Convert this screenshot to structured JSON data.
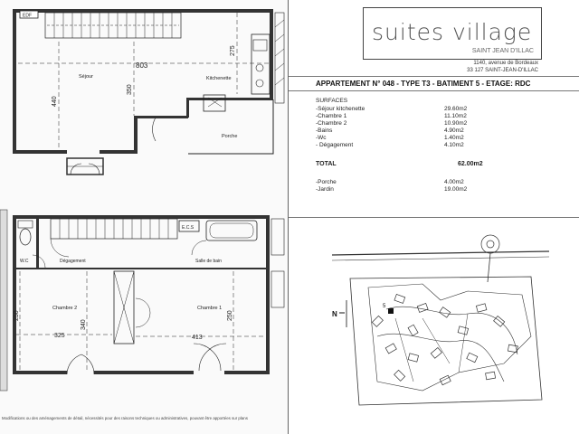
{
  "plan_ground": {
    "dims": {
      "width": "803",
      "height_left": "440",
      "height_mid": "350",
      "right_top": "275"
    },
    "rooms": {
      "sejour": "Séjour",
      "kitchenette": "Kitchenette",
      "porche": "Porche"
    },
    "tags": {
      "edf": "EDF"
    }
  },
  "plan_upper": {
    "dims": {
      "left_w": "325",
      "right_w": "413",
      "h1": "250",
      "h2": "340",
      "h3": "250"
    },
    "rooms": {
      "wc": "W.C",
      "degagement": "Dégagement",
      "salle_bain": "Salle de bain",
      "chambre2": "Chambre 2",
      "chambre1": "Chambre 1"
    },
    "tags": {
      "ecs": "E.C.S"
    }
  },
  "footnote": "Modifications ou des aménagements de détail, nécessités pour des raisons techniques ou administratives, pouvant être apportées sur plans",
  "brand": {
    "name": "suites village",
    "sub": "SAINT JEAN D'ILLAC"
  },
  "address": {
    "line1": "1140, avenue de Bordeaux",
    "line2": "33 127 SAINT-JEAN-D'ILLAC"
  },
  "apartment_title": "APPARTEMENT N° 048 - TYPE T3 - BATIMENT 5 - ETAGE: RDC",
  "surfaces": {
    "heading": "SURFACES",
    "items": [
      {
        "label": "-Séjour kitchenette",
        "value": "29.60m2"
      },
      {
        "label": "-Chambre 1",
        "value": "11.10m2"
      },
      {
        "label": "-Chambre 2",
        "value": "10.90m2"
      },
      {
        "label": "-Bains",
        "value": "4.90m2"
      },
      {
        "label": "-Wc",
        "value": "1.40m2"
      },
      {
        "label": "- Dégagement",
        "value": "4.10m2"
      }
    ],
    "total": {
      "label": "TOTAL",
      "value": "62.00m2"
    },
    "extras": [
      {
        "label": "-Porche",
        "value": "4.00m2"
      },
      {
        "label": "-Jardin",
        "value": "19.00m2"
      }
    ]
  },
  "site_plan": {
    "north": "N",
    "building": "5"
  }
}
